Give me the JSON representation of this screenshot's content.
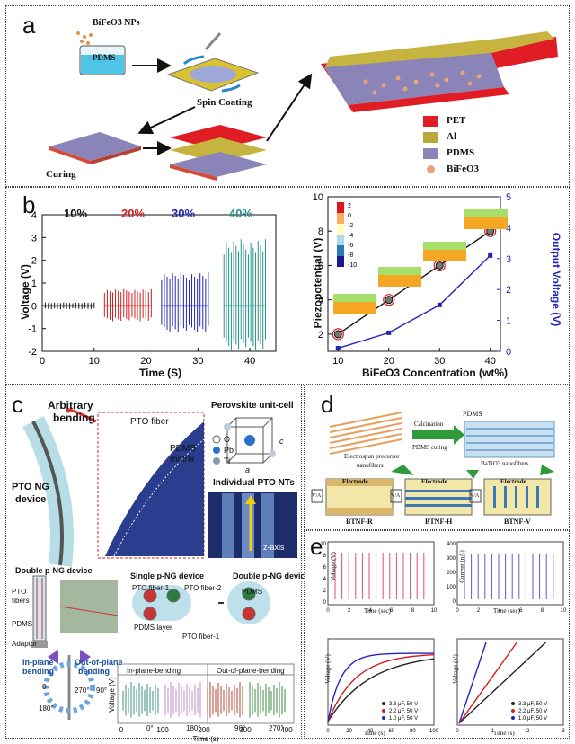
{
  "panels": {
    "a": "a",
    "b": "b",
    "c": "c",
    "d": "d",
    "e": "e"
  },
  "panel_a": {
    "nps": "BiFeO3 NPs",
    "pdms": "PDMS",
    "spin": "Spin Coating",
    "curing": "Curing",
    "legend": [
      "PET",
      "Al",
      "PDMS",
      "BiFeO3"
    ],
    "colors": {
      "pet": "#e01c24",
      "al": "#b9a83a",
      "pdms": "#8b84b8",
      "bifeo3": "#e8a37a"
    }
  },
  "panel_b": {
    "left": {
      "ylabel": "Voltage (V)",
      "xlabel": "Time (S)",
      "yticks": [
        "4",
        "3",
        "2",
        "1",
        "0",
        "-1",
        "-2"
      ],
      "xticks": [
        "0",
        "10",
        "20",
        "30",
        "40"
      ],
      "pct": [
        "10%",
        "20%",
        "30%",
        "40%"
      ]
    },
    "right": {
      "ylabel": "Piezopotential (V)",
      "y2label": "Output Voltage (V)",
      "xlabel": "BiFeO3 Concentration (wt%)",
      "yticks": [
        "10",
        "8",
        "6",
        "4",
        "2"
      ],
      "y2ticks": [
        "5",
        "4",
        "3",
        "2",
        "1",
        "0"
      ],
      "xticks": [
        "10",
        "20",
        "30",
        "40"
      ],
      "cbar": [
        "2",
        "0",
        "-2",
        "-4",
        "-6",
        "-8",
        "-10"
      ]
    }
  },
  "chart_data": [
    {
      "type": "line",
      "title": "",
      "xlabel": "Time (S)",
      "ylabel": "Voltage (V)",
      "xlim": [
        0,
        45
      ],
      "ylim": [
        -2,
        4
      ],
      "series": [
        {
          "name": "10%",
          "x": [
            0,
            10
          ],
          "amplitude": [
            0.15,
            0.15
          ]
        },
        {
          "name": "20%",
          "x": [
            12,
            21
          ],
          "amplitude": [
            0.75,
            -0.7
          ]
        },
        {
          "name": "30%",
          "x": [
            23,
            32
          ],
          "amplitude": [
            1.5,
            -1.2
          ]
        },
        {
          "name": "40%",
          "x": [
            35,
            43
          ],
          "amplitude": [
            3.0,
            -2.0
          ]
        }
      ]
    },
    {
      "type": "line",
      "title": "",
      "xlabel": "BiFeO3 Concentration (wt%)",
      "ylabel": "Piezopotential (V)",
      "y2label": "Output Voltage (V)",
      "xlim": [
        8,
        42
      ],
      "ylim": [
        1,
        10
      ],
      "y2lim": [
        0,
        5
      ],
      "categories": [
        10,
        20,
        30,
        40
      ],
      "series": [
        {
          "values": [
            2.0,
            4.0,
            6.0,
            8.0
          ],
          "axis": "left"
        },
        {
          "values": [
            0.1,
            0.6,
            1.5,
            3.1
          ],
          "axis": "right"
        }
      ]
    }
  ],
  "panel_c": {
    "arbitrary": "Arbitrary",
    "bending": "bending",
    "pto_fiber": "PTO fiber",
    "pdms_matrix": [
      "PDMS",
      "matrix"
    ],
    "pto_ng": [
      "PTO NG",
      "device"
    ],
    "perov": "Perovskite unit-cell",
    "atoms": [
      "O",
      "Pb",
      "Ti"
    ],
    "axes": [
      "a",
      "c"
    ],
    "indiv": "Individual PTO NTs",
    "zaxis": "z-axis",
    "double": "Double p-NG device",
    "pto_fibers": [
      "PTO",
      "fibers"
    ],
    "pdms": "PDMS",
    "adaptor": "Adaptor",
    "single": "Single p-NG device",
    "fiber1": "PTO fiber-1",
    "fiber2": "PTO fiber-2",
    "pdms_layer": "PDMS layer",
    "double2": "Double p-NG device",
    "inplane": [
      "In-plane",
      "bending"
    ],
    "outplane": [
      "Out-of-plane",
      "bending"
    ],
    "angles": [
      "0",
      "180°",
      "270°",
      "90°"
    ],
    "plot_labels": [
      "In-plane-bending",
      "Out-of-plane-bending"
    ],
    "plot_angles": [
      "0°",
      "180°",
      "90°",
      "270°"
    ],
    "plot_xticks": [
      "0",
      "100",
      "200",
      "300",
      "400"
    ],
    "plot_xlabel": "Time (s)",
    "plot_ylabel": "Voltage (V)"
  },
  "panel_d": {
    "pdms": "PDMS",
    "calc": [
      "Calcination",
      "PDMS curing"
    ],
    "precursor": [
      "Electrospun precursor",
      "nanofibers"
    ],
    "bto": "BaTiO3 nanofibers",
    "electrode": "Electrode",
    "vi": "V/A",
    "names": [
      "BTNF-R",
      "BTNF-H",
      "BTNF-V"
    ]
  },
  "panel_e": {
    "p1": {
      "ylabel": "Voltage (V)",
      "xlabel": "Time (sec)",
      "yticks": [
        "10",
        "8",
        "6",
        "4",
        "2",
        "0"
      ],
      "xticks": [
        "0",
        "2",
        "4",
        "6",
        "8",
        "10"
      ]
    },
    "p2": {
      "ylabel": "Current (nA)",
      "xlabel": "Time (sec)",
      "yticks": [
        "400",
        "300",
        "200",
        "100",
        "0"
      ],
      "xticks": [
        "0",
        "2",
        "4",
        "6",
        "8",
        "10"
      ]
    },
    "p3": {
      "ylabel": "Voltage (V)",
      "xlabel": "Time (s)",
      "xticks": [
        "0",
        "20",
        "40",
        "60",
        "80",
        "100"
      ],
      "legend": [
        "3.3 μF, 50 V",
        "2.2 μF, 50 V",
        "1.0 μF, 50 V"
      ]
    },
    "p4": {
      "ylabel": "Voltage (V)",
      "xlabel": "Time (s)",
      "xticks": [
        "0",
        "1",
        "2",
        "3"
      ],
      "legend": [
        "3.3 μF, 50 V",
        "2.2 μF, 50 V",
        "1.0 μF, 50 V"
      ]
    }
  }
}
